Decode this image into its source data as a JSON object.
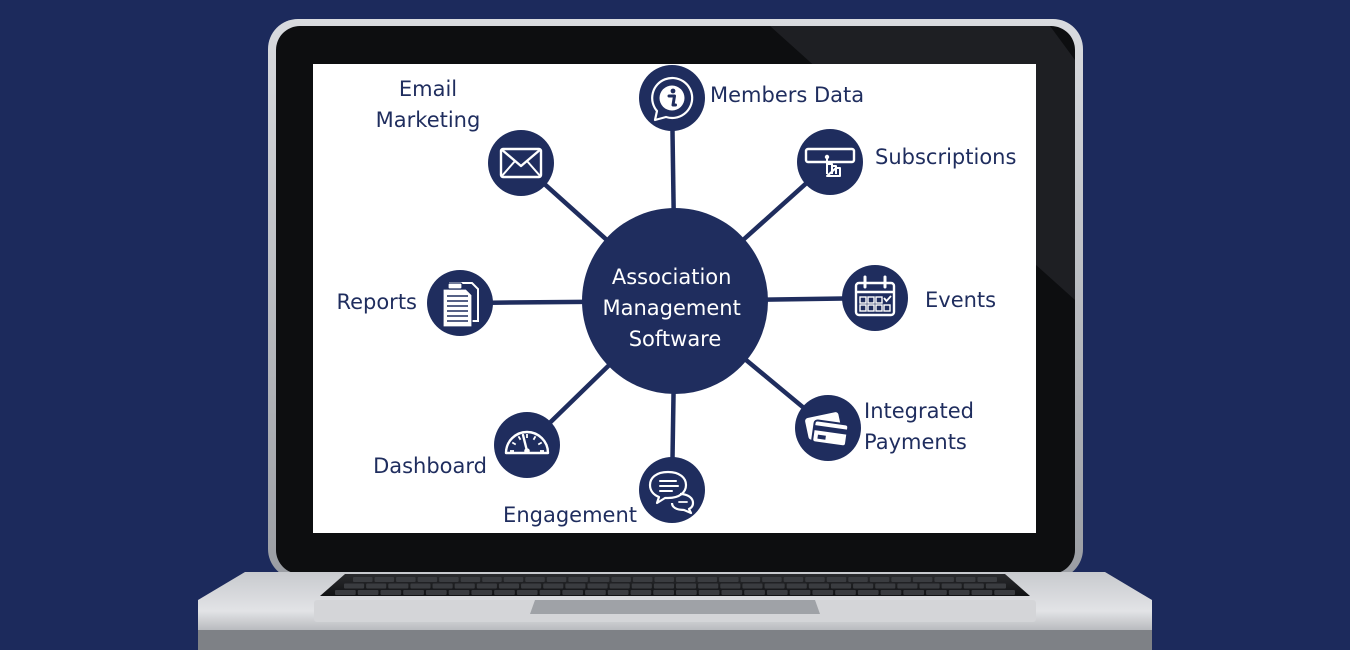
{
  "colors": {
    "background": "#1c2a5c",
    "node_fill": "#1f2d5e",
    "connector": "#1f2d5e",
    "screen": "#ffffff",
    "label_text": "#1f2d5e",
    "icon_line": "#ffffff"
  },
  "diagram": {
    "center": {
      "lines": [
        "Association",
        "Management",
        "Software"
      ]
    },
    "nodes": [
      {
        "id": "members-data",
        "icon": "info-icon",
        "label_lines": [
          "Members Data"
        ]
      },
      {
        "id": "subscriptions",
        "icon": "click-button-icon",
        "label_lines": [
          "Subscriptions"
        ]
      },
      {
        "id": "events",
        "icon": "calendar-icon",
        "label_lines": [
          "Events"
        ]
      },
      {
        "id": "integrated-payments",
        "icon": "credit-card-icon",
        "label_lines": [
          "Integrated",
          "Payments"
        ]
      },
      {
        "id": "engagement",
        "icon": "chat-bubbles-icon",
        "label_lines": [
          "Engagement"
        ]
      },
      {
        "id": "dashboard",
        "icon": "speedometer-icon",
        "label_lines": [
          "Dashboard"
        ]
      },
      {
        "id": "reports",
        "icon": "documents-icon",
        "label_lines": [
          "Reports"
        ]
      },
      {
        "id": "email-marketing",
        "icon": "envelope-icon",
        "label_lines": [
          "Email",
          "Marketing"
        ]
      }
    ]
  }
}
